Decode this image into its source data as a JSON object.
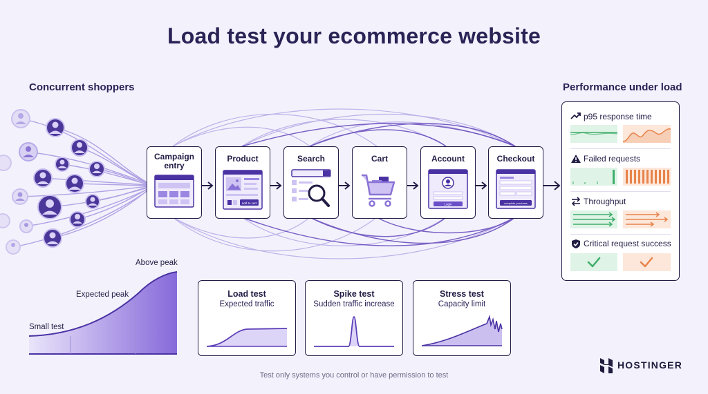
{
  "title": "Load test your ecommerce website",
  "shoppers": {
    "label": "Concurrent shoppers"
  },
  "journey": {
    "steps": [
      {
        "label": "Campaign entry",
        "line1": "Campaign",
        "line2": "entry"
      },
      {
        "label": "Product"
      },
      {
        "label": "Search"
      },
      {
        "label": "Cart"
      },
      {
        "label": "Account"
      },
      {
        "label": "Checkout"
      }
    ],
    "product_button": "add to cart",
    "account_button": "Login",
    "checkout_button": "complete purchase"
  },
  "performance": {
    "title": "Performance under load",
    "metrics": [
      {
        "label": "p95 response time",
        "icon": "trend-up-icon"
      },
      {
        "label": "Failed requests",
        "icon": "warning-icon"
      },
      {
        "label": "Throughput",
        "icon": "swap-arrows-icon"
      },
      {
        "label": "Critical request success",
        "icon": "shield-check-icon"
      }
    ],
    "colors": {
      "good": "#3fae6a",
      "good_bg": "#dff3e6",
      "bad": "#e8834a",
      "bad_bg": "#fde7da"
    }
  },
  "ramp": {
    "labels": {
      "small": "Small test",
      "expected": "Expected peak",
      "above": "Above peak"
    }
  },
  "tests": [
    {
      "title": "Load test",
      "subtitle": "Expected traffic",
      "shape": "ramp-plateau"
    },
    {
      "title": "Spike test",
      "subtitle": "Sudden traffic increase",
      "shape": "spike"
    },
    {
      "title": "Stress test",
      "subtitle": "Capacity limit",
      "shape": "ramp-to-failure"
    }
  ],
  "footer": "Test only systems you control or have permission to test",
  "brand": {
    "name": "HOSTINGER"
  },
  "colors": {
    "accent": "#6a4fc9",
    "ink": "#221d45",
    "background": "#f3f2fc"
  }
}
